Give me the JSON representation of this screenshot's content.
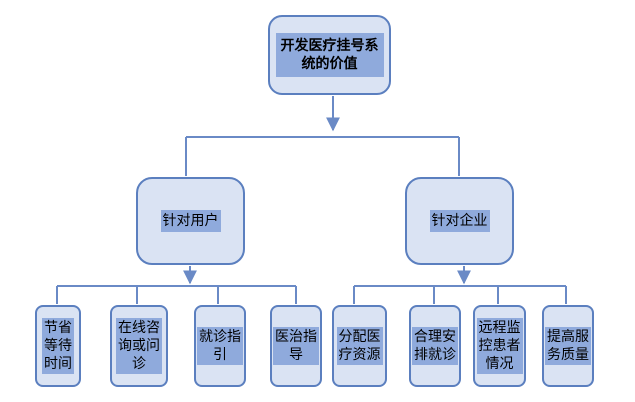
{
  "diagram": {
    "root": {
      "label": "开发医疗挂号系统的价值"
    },
    "branches": [
      {
        "label": "针对用户",
        "children": [
          "节省等待时间",
          "在线咨询或问诊",
          "就诊指引",
          "医治指导"
        ]
      },
      {
        "label": "针对企业",
        "children": [
          "分配医疗资源",
          "合理安排就诊",
          "远程监控患者情况",
          "提高服务质量"
        ]
      }
    ],
    "colors": {
      "box_fill": "#dae3f3",
      "box_border": "#5b7fbf",
      "label_highlight": "#8faadc",
      "connector": "#6a8ac6"
    }
  }
}
